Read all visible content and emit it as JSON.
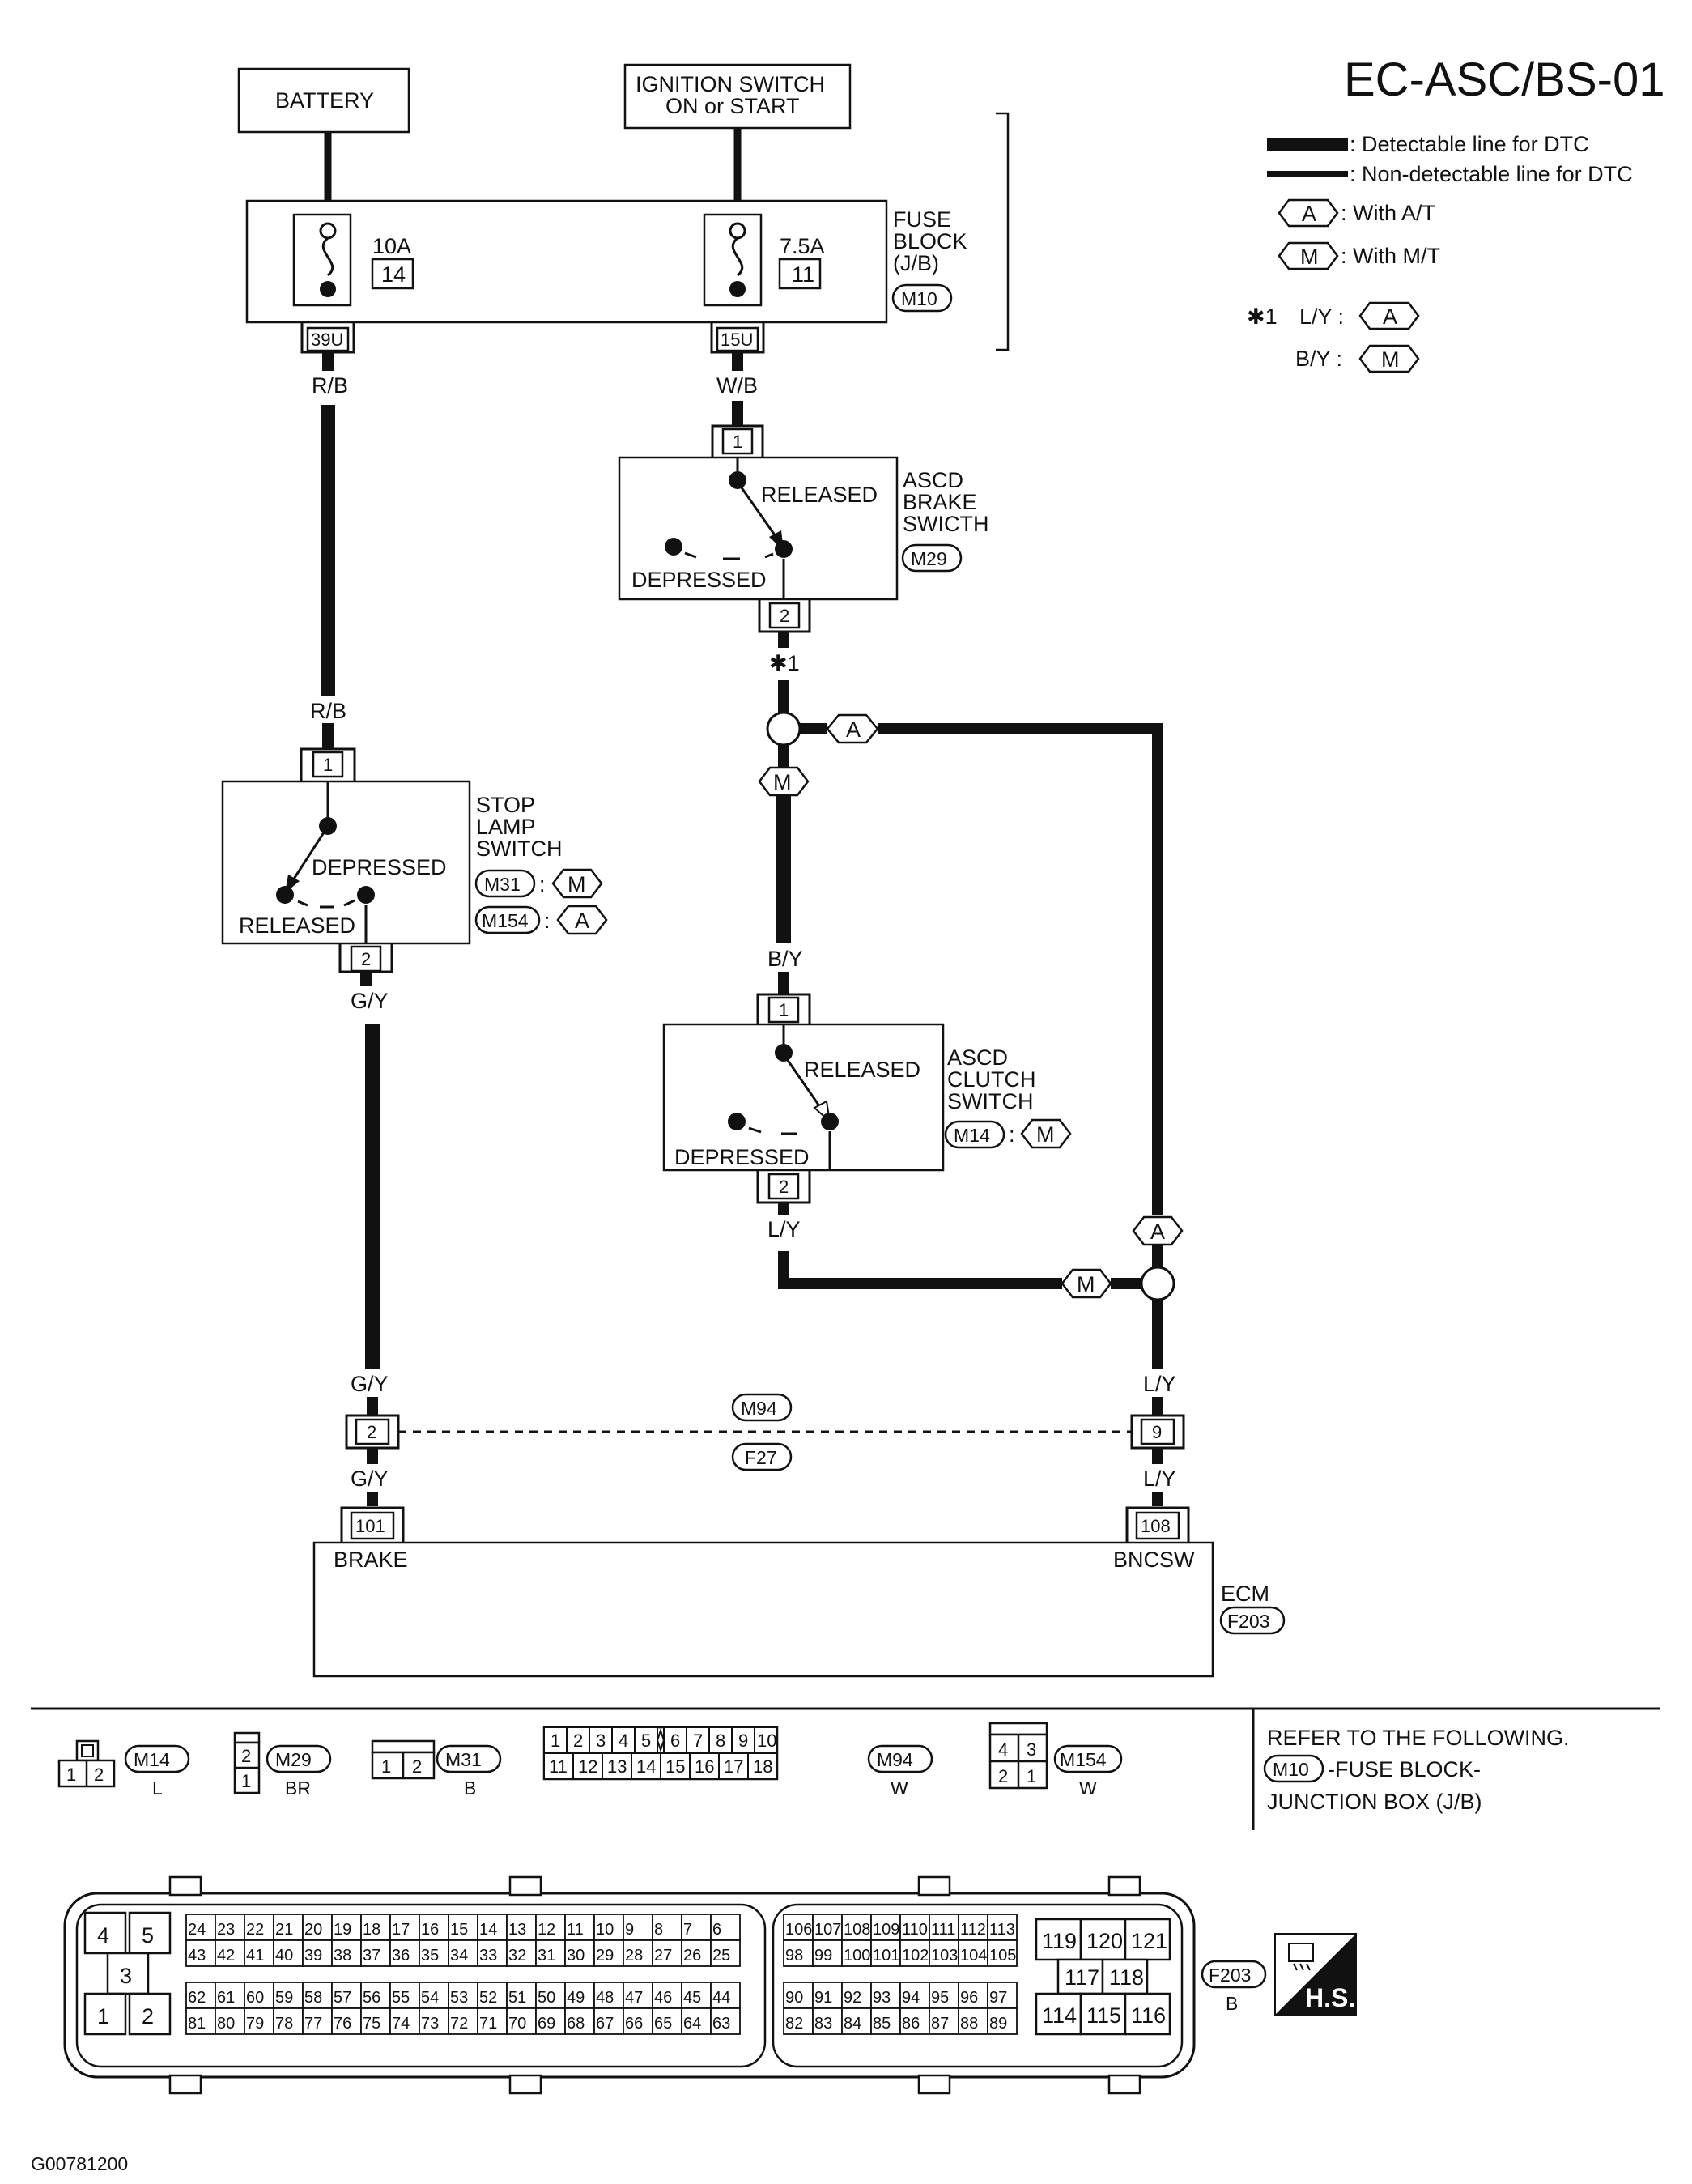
{
  "title": "EC-ASC/BS-01",
  "footer_code": "G00781200",
  "legend": {
    "detectable": ": Detectable line for DTC",
    "non_detectable": ": Non-detectable line for DTC",
    "with_at": ": With A/T",
    "with_mt": ": With M/T",
    "at_tag": "A",
    "mt_tag": "M",
    "star1": "✱1",
    "ly_label": "L/Y :",
    "by_label": "B/Y :"
  },
  "battery": "BATTERY",
  "ignition": {
    "line1": "IGNITION SWITCH",
    "line2": "ON or START"
  },
  "fuse_block": {
    "line1": "FUSE",
    "line2": "BLOCK",
    "line3": "(J/B)",
    "connector": "M10",
    "fuse_left_amp": "10A",
    "fuse_left_no": "14",
    "fuse_right_amp": "7.5A",
    "fuse_right_no": "11",
    "term_left": "39U",
    "term_right": "15U"
  },
  "wires": {
    "rb": "R/B",
    "wb": "W/B",
    "gy": "G/Y",
    "by": "B/Y",
    "ly": "L/Y"
  },
  "brake_switch": {
    "line1": "ASCD",
    "line2": "BRAKE",
    "line3": "SWICTH",
    "connector": "M29",
    "released": "RELEASED",
    "depressed": "DEPRESSED",
    "pin1": "1",
    "pin2": "2"
  },
  "stop_lamp": {
    "line1": "STOP",
    "line2": "LAMP",
    "line3": "SWITCH",
    "conn1": "M31",
    "conn2": "M154",
    "depressed": "DEPRESSED",
    "released": "RELEASED",
    "pin1": "1",
    "pin2": "2"
  },
  "clutch_switch": {
    "line1": "ASCD",
    "line2": "CLUTCH",
    "line3": "SWITCH",
    "connector": "M14",
    "released": "RELEASED",
    "depressed": "DEPRESSED",
    "pin1": "1",
    "pin2": "2"
  },
  "joint": {
    "conn_top": "M94",
    "conn_bottom": "F27",
    "pin_left": "2",
    "pin_right": "9"
  },
  "ecm": {
    "label": "ECM",
    "connector": "F203",
    "pin_left": "101",
    "pin_right": "108",
    "term_left": "BRAKE",
    "term_right": "BNCSW"
  },
  "refer": {
    "line1": "REFER TO THE FOLLOWING.",
    "conn": "M10",
    "line2": "-FUSE BLOCK-",
    "line3": "JUNCTION BOX (J/B)"
  },
  "connectors": {
    "m14": {
      "name": "M14",
      "color": "L",
      "pins": [
        "1",
        "2"
      ]
    },
    "m29": {
      "name": "M29",
      "color": "BR",
      "pins": [
        "2",
        "1"
      ]
    },
    "m31": {
      "name": "M31",
      "color": "B",
      "pins": [
        "1",
        "2"
      ]
    },
    "m94": {
      "name": "M94",
      "color": "W",
      "top": [
        "1",
        "2",
        "3",
        "4",
        "5",
        "6",
        "7",
        "8",
        "9",
        "10"
      ],
      "bottom": [
        "11",
        "12",
        "13",
        "14",
        "15",
        "16",
        "17",
        "18"
      ]
    },
    "m154": {
      "name": "M154",
      "color": "W",
      "pins": [
        "4",
        "3",
        "2",
        "1"
      ]
    },
    "f203": {
      "name": "F203",
      "color": "B",
      "left_big": [
        "4",
        "5",
        "3",
        "1",
        "2"
      ],
      "row1": [
        "24",
        "23",
        "22",
        "21",
        "20",
        "19",
        "18",
        "17",
        "16",
        "15",
        "14",
        "13",
        "12",
        "11",
        "10",
        "9",
        "8",
        "7",
        "6"
      ],
      "row2": [
        "43",
        "42",
        "41",
        "40",
        "39",
        "38",
        "37",
        "36",
        "35",
        "34",
        "33",
        "32",
        "31",
        "30",
        "29",
        "28",
        "27",
        "26",
        "25"
      ],
      "row3": [
        "62",
        "61",
        "60",
        "59",
        "58",
        "57",
        "56",
        "55",
        "54",
        "53",
        "52",
        "51",
        "50",
        "49",
        "48",
        "47",
        "46",
        "45",
        "44"
      ],
      "row4": [
        "81",
        "80",
        "79",
        "78",
        "77",
        "76",
        "75",
        "74",
        "73",
        "72",
        "71",
        "70",
        "69",
        "68",
        "67",
        "66",
        "65",
        "64",
        "63"
      ],
      "r1": [
        "106",
        "107",
        "108",
        "109",
        "110",
        "111",
        "112",
        "113"
      ],
      "r2": [
        "98",
        "99",
        "100",
        "101",
        "102",
        "103",
        "104",
        "105"
      ],
      "r3": [
        "90",
        "91",
        "92",
        "93",
        "94",
        "95",
        "96",
        "97"
      ],
      "r4": [
        "82",
        "83",
        "84",
        "85",
        "86",
        "87",
        "88",
        "89"
      ],
      "big_top": [
        "119",
        "120",
        "121"
      ],
      "big_mid": [
        "117",
        "118"
      ],
      "big_bot": [
        "114",
        "115",
        "116"
      ]
    }
  },
  "hs": "H.S."
}
